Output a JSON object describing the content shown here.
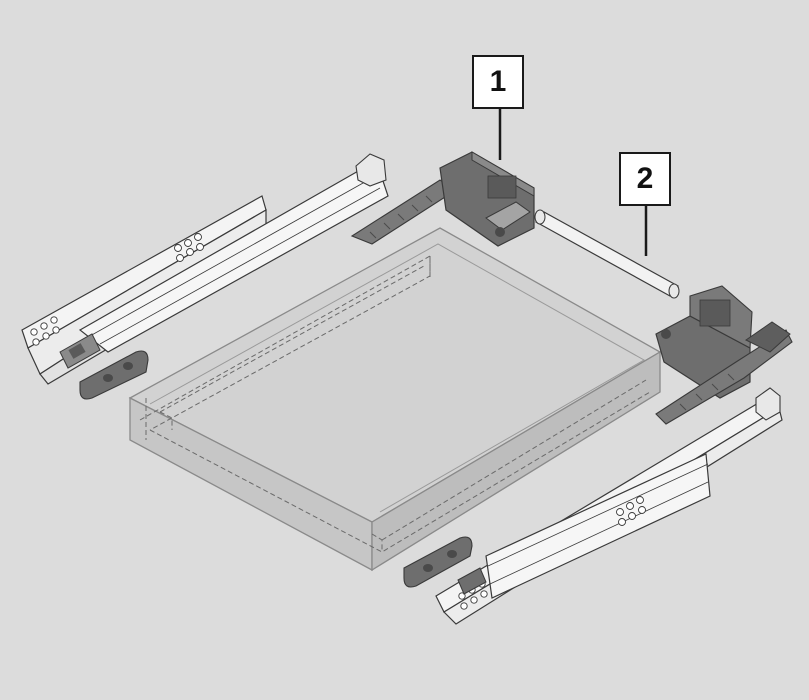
{
  "callouts": [
    {
      "label": "1"
    },
    {
      "label": "2"
    }
  ],
  "colors": {
    "background": "#dcdcdc",
    "metal": "#f4f4f4",
    "outline": "#3a3a3a",
    "plastic": "#6e6e6e",
    "plastic_dark": "#4a4a4a",
    "drawer_face": "#cfcfcf",
    "drawer_edge": "#8a8a8a"
  },
  "parts": {
    "left_runner": "drawer-runner",
    "right_runner": "drawer-runner",
    "left_clip": "locking-device",
    "right_clip": "locking-device",
    "sync_left": "synchronization-bracket",
    "sync_right": "synchronization-bracket",
    "sync_rod": "synchronization-rod",
    "drawer": "drawer-box"
  }
}
